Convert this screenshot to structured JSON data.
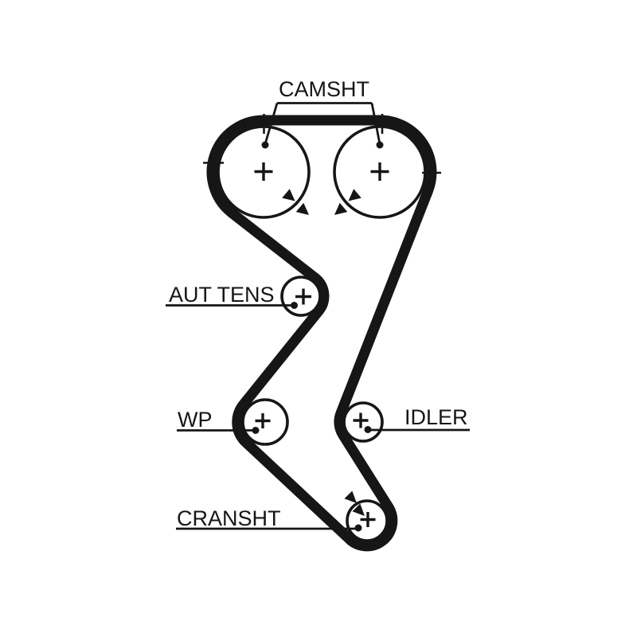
{
  "diagram": {
    "type": "timing-belt-routing-diagram",
    "labels": {
      "camshaft": "CAMSHT",
      "auto_tensioner": "AUT TENS",
      "water_pump": "WP",
      "idler": "IDLER",
      "crankshaft": "CRANSHT"
    },
    "icons": {
      "pulley_center": "cross-mark",
      "reference_point": "filled-dot",
      "rotation_indicator": "filled-triangle-arrow",
      "alignment_mark": "tick-line"
    },
    "colors": {
      "ink": "#161616",
      "background": "#ffffff"
    }
  }
}
